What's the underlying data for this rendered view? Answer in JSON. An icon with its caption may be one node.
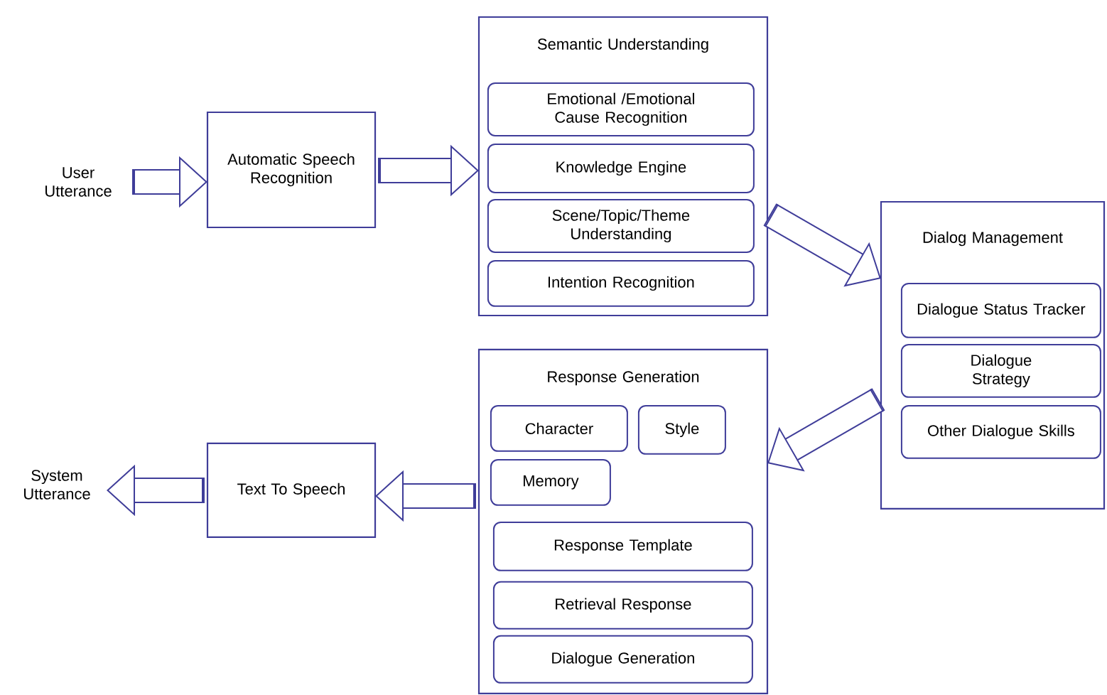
{
  "diagram": {
    "nodes": [
      {
        "text": [
          "User Utterance"
        ]
      },
      {
        "text": [
          "Automatic Speech Recognition"
        ]
      },
      {
        "text": [
          "Semantic Understanding"
        ]
      },
      {
        "text": [
          "Emotional /Emotional Cause Recognition"
        ],
        "in": 2
      },
      {
        "text": [
          "Knowledge Engine"
        ],
        "in": 2
      },
      {
        "text": [
          "Scene/Topic/Theme Understanding"
        ],
        "in": 2
      },
      {
        "text": [
          "Intention Recognition"
        ],
        "in": 2
      },
      {
        "text": [
          "Dialog Management"
        ]
      },
      {
        "text": [
          "Dialogue Status Tracker"
        ],
        "in": 7
      },
      {
        "text": [
          "Dialogue Strategy"
        ],
        "in": 7
      },
      {
        "text": [
          "Other Dialogue Skills"
        ],
        "in": 7
      },
      {
        "text": [
          "Response Generation"
        ]
      },
      {
        "text": [
          "Character"
        ],
        "in": 11
      },
      {
        "text": [
          "Style"
        ],
        "in": 11
      },
      {
        "text": [
          "Memory"
        ],
        "in": 11
      },
      {
        "text": [
          "Response Template"
        ],
        "in": 11
      },
      {
        "text": [
          "Retrieval Response"
        ],
        "in": 11
      },
      {
        "text": [
          "Dialogue Generation"
        ],
        "in": 11
      },
      {
        "text": [
          "Text To Speech"
        ]
      },
      {
        "text": [
          "System Utterance"
        ]
      }
    ],
    "edges": [
      {
        "from": 0,
        "to": 1,
        "arrow": "to"
      },
      {
        "from": 1,
        "to": 2,
        "arrow": "to"
      },
      {
        "from": 2,
        "to": 7,
        "arrow": "to"
      },
      {
        "from": 7,
        "to": 11,
        "arrow": "to"
      },
      {
        "from": 11,
        "to": 18,
        "arrow": "to"
      },
      {
        "from": 18,
        "to": 19,
        "arrow": "to"
      }
    ]
  }
}
